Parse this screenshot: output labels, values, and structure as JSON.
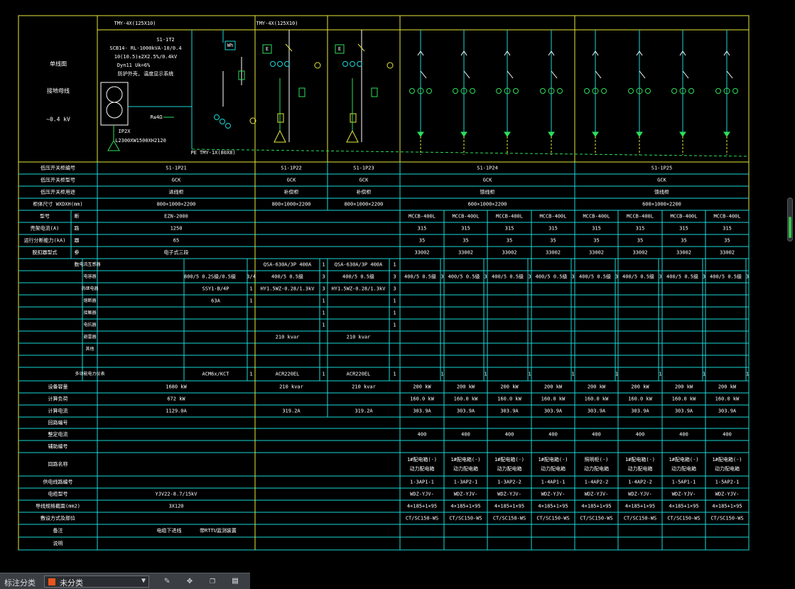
{
  "drawing": {
    "bus_top_left": "TMY-4X(125X10)",
    "bus_top_right": "TMY-4X(125X10)",
    "pe_bus": "PE TMY-1X(80X8)",
    "left_labels": [
      "单线图",
      "接地母线",
      "~0.4 kV"
    ],
    "transformer": {
      "id": "S1-1T2",
      "model": "SCB14- RL-1000kVA-10/0.4",
      "ratio": "10(10.5)±2X2.5%/0.4kV",
      "vector": "Dyn11 Uk=6%",
      "note": "防护外壳, 温度显示系统",
      "grounding": "R≤4Ω",
      "ip": "IP2X",
      "dims": "L2300XW1500XH2120"
    },
    "kwh_label": "Wh",
    "cap_label": "E",
    "row_labels": [
      "低压开关柜编号",
      "低压开关柜型号",
      "低压开关柜用途",
      "柜体尺寸 WXDXH(mm)",
      "型号",
      "壳架电流(A)",
      "运行分断能力(kA)",
      "脱扣器型式",
      "电流互感器",
      "电容器",
      "热继电器",
      "熔断器",
      "接触器",
      "电抗器",
      "避雷器",
      "其他",
      "多功能电力仪表",
      "设备容量",
      "计算负荷",
      "计算电流",
      "回路编号",
      "整定电流",
      "辅助编号",
      "回路名称",
      "供电线路编号",
      "电缆型号",
      "导线规格截面(mm2)",
      "敷设方式及部位",
      "备注",
      "说明"
    ],
    "breaker_side_labels": [
      "断",
      "路",
      "器",
      "参",
      "数"
    ],
    "component_labels": [
      "电流互感器",
      "电容器",
      "电抗器",
      "其他"
    ],
    "cabinet_ids": [
      "S1-1P21",
      "S1-1P22",
      "S1-1P23",
      "S1-1P24",
      "S1-1P25"
    ],
    "cabinet_types": [
      "GCK",
      "GCK",
      "GCK",
      "GCK",
      "GCK"
    ],
    "cabinet_uses": [
      "进线柜",
      "补偿柜",
      "补偿柜",
      "馈线柜",
      "馈线柜"
    ],
    "cabinet_sizes": [
      "800×1000×2200",
      "800×1000×2200",
      "800×1000×2200",
      "600×1000×2200",
      "600×1000×2200"
    ],
    "main_breaker": {
      "model": "EZN-2000",
      "rated": "1250",
      "breaking": "65",
      "trip": "电子式三段"
    },
    "mccb": {
      "model": "MCCB-400L",
      "rated": "315",
      "breaking": "35",
      "trip": "33002"
    },
    "col1": {
      "ct": "800/5 0.2S级/0.5级",
      "ct_n": "3/4",
      "spd": "SSY1-B/4P",
      "spd_n": "1",
      "fuse": "63A",
      "fuse_n": "1",
      "meter": "ACM6x/KCT",
      "meter_n": "1",
      "cap": "1680 kW",
      "load": "672 kW",
      "current": "1129.0A",
      "cable": "YJV22-8.7/15kV",
      "cable_size": "3X120",
      "remark": "电缆下进线",
      "remark2": "带RTTU监测装置"
    },
    "col2": {
      "switch": "QSA-630A/3P 400A",
      "switch_n": "1",
      "ct": "400/5 0.5级",
      "ct_n": "3",
      "spd": "HY1.5WZ-0.28/1.3kV",
      "spd_n": "3",
      "n1": "1",
      "n2": "1",
      "n3": "1",
      "kvar": "210 kvar",
      "meter": "ACR220EL",
      "meter_n": "1",
      "cap": "210 kvar",
      "current": "319.2A"
    },
    "col3": {
      "switch": "QSA-630A/3P 400A",
      "switch_n": "1",
      "ct": "400/5 0.5级",
      "ct_n": "3",
      "spd": "HY1.5WZ-0.28/1.3kV",
      "spd_n": "3",
      "n1": "1",
      "n2": "1",
      "n3": "1",
      "kvar": "210 kvar",
      "meter": "ACR220EL",
      "meter_n": "1",
      "cap": "210 kvar",
      "current": "319.2A"
    },
    "feeders": [
      {
        "ct": "400/5 0.5级",
        "ct_n": "3",
        "meter_n": "1",
        "cap": "200 kW",
        "load": "160.0 kW",
        "current": "303.9A",
        "set": "400",
        "name1": "1#配电箱(-)",
        "name2": "动力配电箱",
        "line": "1-3AP1-1",
        "cable": "WDZ-YJV-",
        "size": "4×185+1×95",
        "lay": "CT/SC150-WS"
      },
      {
        "ct": "400/5 0.5级",
        "ct_n": "3",
        "meter_n": "1",
        "cap": "200 kW",
        "load": "160.0 kW",
        "current": "303.9A",
        "set": "400",
        "name1": "1#配电箱(-)",
        "name2": "动力配电箱",
        "line": "1-3AP2-1",
        "cable": "WDZ-YJV-",
        "size": "4×185+1×95",
        "lay": "CT/SC150-WS"
      },
      {
        "ct": "400/5 0.5级",
        "ct_n": "3",
        "meter_n": "1",
        "cap": "200 kW",
        "load": "160.0 kW",
        "current": "303.9A",
        "set": "400",
        "name1": "1#配电箱(-)",
        "name2": "动力配电箱",
        "line": "1-3AP2-2",
        "cable": "WDZ-YJV-",
        "size": "4×185+1×95",
        "lay": "CT/SC150-WS"
      },
      {
        "ct": "400/5 0.5级",
        "ct_n": "3",
        "meter_n": "1",
        "cap": "200 kW",
        "load": "160.0 kW",
        "current": "303.9A",
        "set": "400",
        "name1": "1#配电箱(-)",
        "name2": "动力配电箱",
        "line": "1-4AP1-1",
        "cable": "WDZ-YJV-",
        "size": "4×185+1×95",
        "lay": "CT/SC150-WS"
      },
      {
        "ct": "400/5 0.5级",
        "ct_n": "3",
        "meter_n": "1",
        "cap": "200 kW",
        "load": "160.0 kW",
        "current": "303.9A",
        "set": "400",
        "name1": "照明柜(-)",
        "name2": "动力配电箱",
        "line": "1-4AP2-2",
        "cable": "WDZ-YJV-",
        "size": "4×185+1×95",
        "lay": "CT/SC150-WS"
      },
      {
        "ct": "400/5 0.5级",
        "ct_n": "3",
        "meter_n": "1",
        "cap": "200 kW",
        "load": "160.0 kW",
        "current": "303.9A",
        "set": "400",
        "name1": "1#配电箱(-)",
        "name2": "动力配电箱",
        "line": "1-4AP2-2",
        "cable": "WDZ-YJV-",
        "size": "4×185+1×95",
        "lay": "CT/SC150-WS"
      },
      {
        "ct": "400/5 0.5级",
        "ct_n": "3",
        "meter_n": "1",
        "cap": "200 kW",
        "load": "160.0 kW",
        "current": "303.9A",
        "set": "400",
        "name1": "1#配电箱(-)",
        "name2": "动力配电箱",
        "line": "1-5AP1-1",
        "cable": "WDZ-YJV-",
        "size": "4×185+1×95",
        "lay": "CT/SC150-WS"
      },
      {
        "ct": "400/5 0.5级",
        "ct_n": "3",
        "meter_n": "1",
        "cap": "200 kW",
        "load": "160.0 kW",
        "current": "303.9A",
        "set": "400",
        "name1": "1#配电箱(-)",
        "name2": "动力配电箱",
        "line": "1-5AP2-1",
        "cable": "WDZ-YJV-",
        "size": "4×185+1×95",
        "lay": "CT/SC150-WS"
      }
    ]
  },
  "bottombar": {
    "label": "标注分类",
    "selected": "未分类",
    "tools": [
      "pencil-icon",
      "move-icon",
      "copy-icon",
      "stack-icon"
    ]
  },
  "colors": {
    "frame": "#e7e83a",
    "grid": "#19d9d9",
    "text": "#ffffff",
    "green": "#2be05a",
    "bus": "#e7e83a",
    "swatch": "#e8551e"
  }
}
